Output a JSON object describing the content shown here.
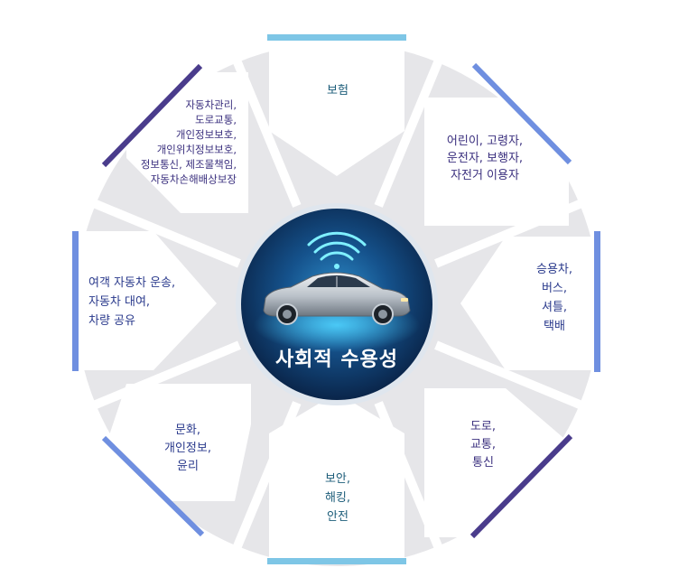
{
  "center": {
    "title": "사회적 수용성"
  },
  "segments": [
    {
      "lines": [
        "보험"
      ]
    },
    {
      "lines": [
        "어린이, 고령자,",
        "운전자, 보행자,",
        "자전거 이용자"
      ]
    },
    {
      "lines": [
        "승용차,",
        "버스,",
        "셔틀,",
        "택배"
      ]
    },
    {
      "lines": [
        "도로,",
        "교통,",
        "통신"
      ]
    },
    {
      "lines": [
        "보안,",
        "해킹,",
        "안전"
      ]
    },
    {
      "lines": [
        "문화,",
        "개인정보,",
        "윤리"
      ]
    },
    {
      "lines": [
        "여객 자동차 운송,",
        "자동차 대여,",
        "차량 공유"
      ]
    },
    {
      "lines": [
        "자동차관리,",
        "도로교통,",
        "개인정보보호,",
        "개인위치정보보호,",
        "정보통신, 제조물책임,",
        "자동차손해배상보장"
      ]
    }
  ],
  "colors": {
    "ring": "#e6e6e9",
    "divider": "#ffffff",
    "accent_light_blue": "#7ec6e6",
    "accent_blue": "#6f8fe0",
    "accent_purple": "#4a3c8c",
    "text_blue": "#2a3a8c",
    "text_purple": "#3a2f7e",
    "center_dark": "#0b2d55",
    "center_glow": "#2fb6e8"
  },
  "icons": {
    "center": "car-icon",
    "signal": "wifi-signal-icon"
  }
}
